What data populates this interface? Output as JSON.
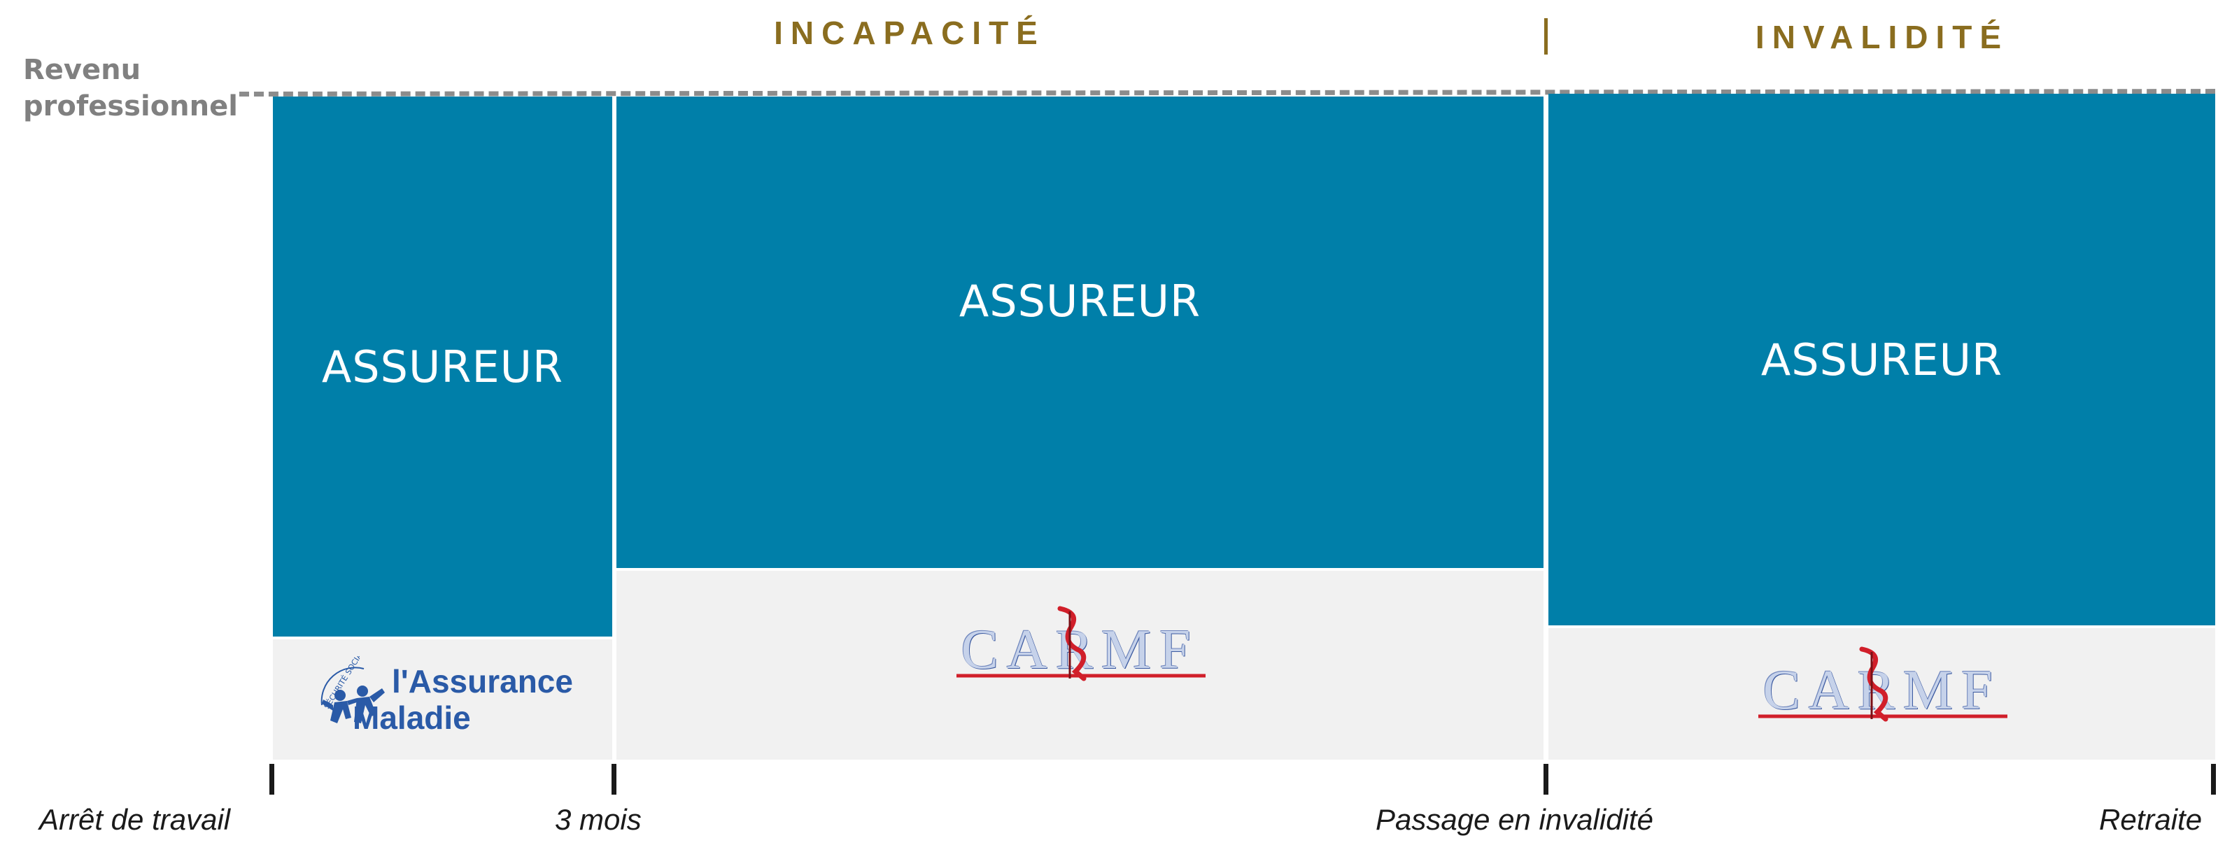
{
  "title": "",
  "sections": {
    "incapacite": "INCAPACITÉ",
    "invalidite": "INVALIDITÉ"
  },
  "y_label": {
    "line1": "Revenu",
    "line2": "professionnel"
  },
  "blocks": {
    "phase1_top": "ASSUREUR",
    "phase2_top": "ASSUREUR",
    "phase3_top": "ASSUREUR"
  },
  "logos": {
    "assurance_maladie": {
      "small_arc": "SÉCURITÉ SOCIALE",
      "line1": "l'Assurance",
      "line2": "Maladie"
    },
    "carmf_1": "CARMF",
    "carmf_2": "CARMF"
  },
  "timeline": {
    "ticks": [
      "Arrêt de travail",
      "3 mois",
      "Passage en invalidité",
      "Retraite"
    ]
  },
  "colors": {
    "insurer_blue": "#007fa9",
    "base_grey": "#f1f1f1",
    "section_gold": "#8a6d1f",
    "carmf_red": "#d11f2a",
    "cpam_blue": "#2a5aa7"
  }
}
